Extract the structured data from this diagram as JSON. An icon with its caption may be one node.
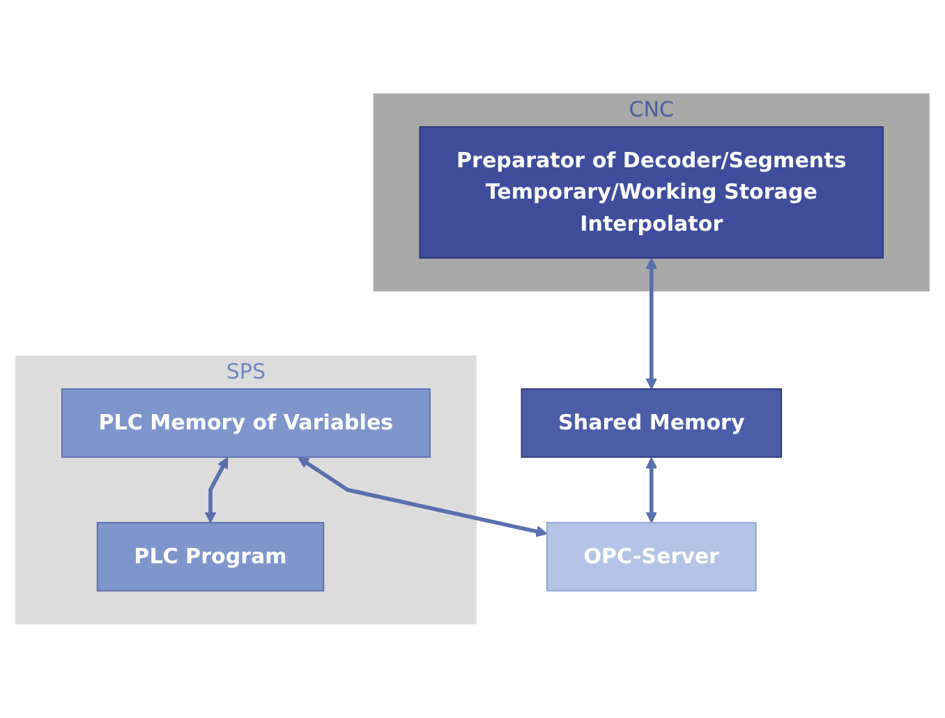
{
  "diagram": {
    "nodes": [
      {
        "text": [
          "CNC"
        ]
      },
      {
        "text": [
          "Preparator of Decoder/Segments",
          "Temporary/Working Storage",
          "Interpolator"
        ],
        "in": 0
      },
      {
        "text": [
          "Shared Memory"
        ]
      },
      {
        "text": [
          "SPS"
        ]
      },
      {
        "text": [
          "PLC Memory of Variables"
        ],
        "in": 3
      },
      {
        "text": [
          "PLC Program"
        ],
        "in": 3
      },
      {
        "text": [
          "OPC-Server"
        ]
      }
    ],
    "edges": [
      {
        "from": 1,
        "to": 2,
        "arrow": "both"
      },
      {
        "from": 2,
        "to": 6,
        "arrow": "both"
      },
      {
        "from": 4,
        "to": 6,
        "arrow": "both"
      },
      {
        "from": 4,
        "to": 5,
        "arrow": "both"
      }
    ]
  }
}
